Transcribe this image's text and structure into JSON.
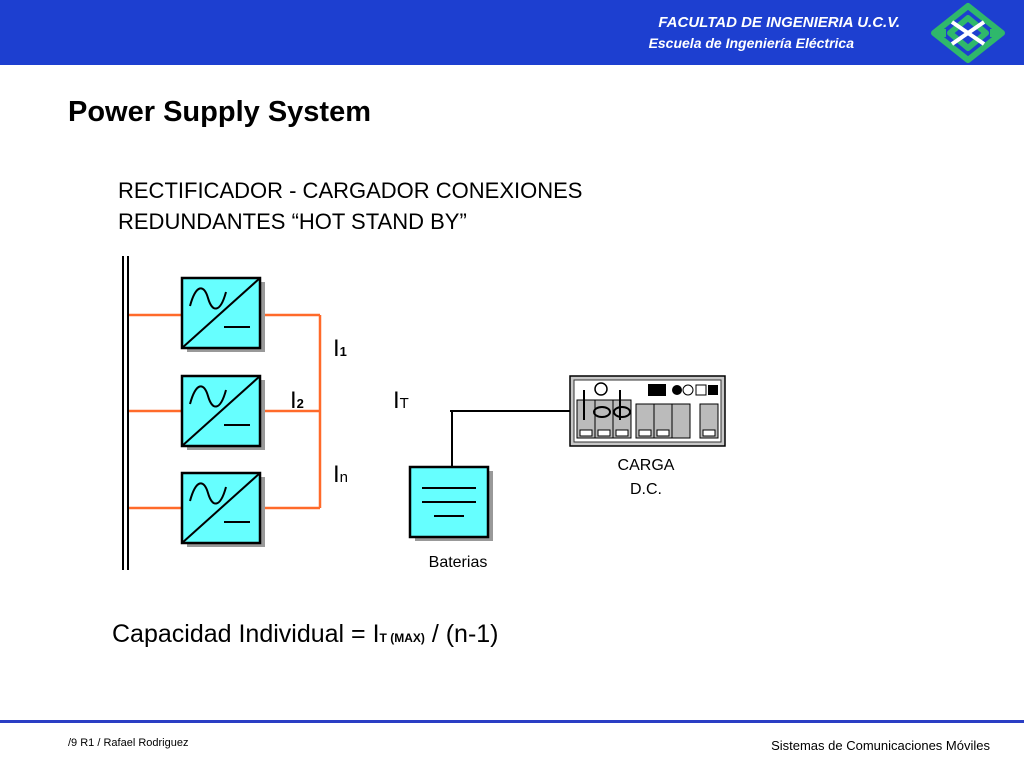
{
  "header": {
    "line1": "FACULTAD DE INGENIERIA U.C.V.",
    "line2": "Escuela de Ingeniería Eléctrica",
    "background": "#1d3fd0",
    "logo_icon": "ucv-engineering-logo-icon"
  },
  "title": "Power Supply System",
  "subtitle": {
    "line1": "RECTIFICADOR - CARGADOR CONEXIONES",
    "line2": "REDUNDANTES “HOT STAND BY”"
  },
  "diagram": {
    "currents": {
      "i1": {
        "base": "I",
        "sub": "1"
      },
      "i2": {
        "base": "I",
        "sub": "2"
      },
      "it": {
        "base": "I",
        "sub": "T"
      },
      "in": {
        "base": "I",
        "sub": "n"
      }
    },
    "load_label_1": "CARGA",
    "load_label_2": "D.C.",
    "battery_label": "Baterias",
    "colors": {
      "rectifier_fill": "#66ffff",
      "feed_lines": "#ff6a2a",
      "dc_bus": "#000000"
    },
    "icons": [
      "ac-dc-rectifier-icon",
      "battery-icon",
      "dc-load-equipment-icon"
    ]
  },
  "formula": {
    "text": "Capacidad Individual = I",
    "sub": "T (MAX)",
    "tail": " / (n-1)"
  },
  "footer": {
    "left": "/9 R1 / Rafael Rodriguez",
    "right": "Sistemas de Comunicaciones Móviles"
  }
}
